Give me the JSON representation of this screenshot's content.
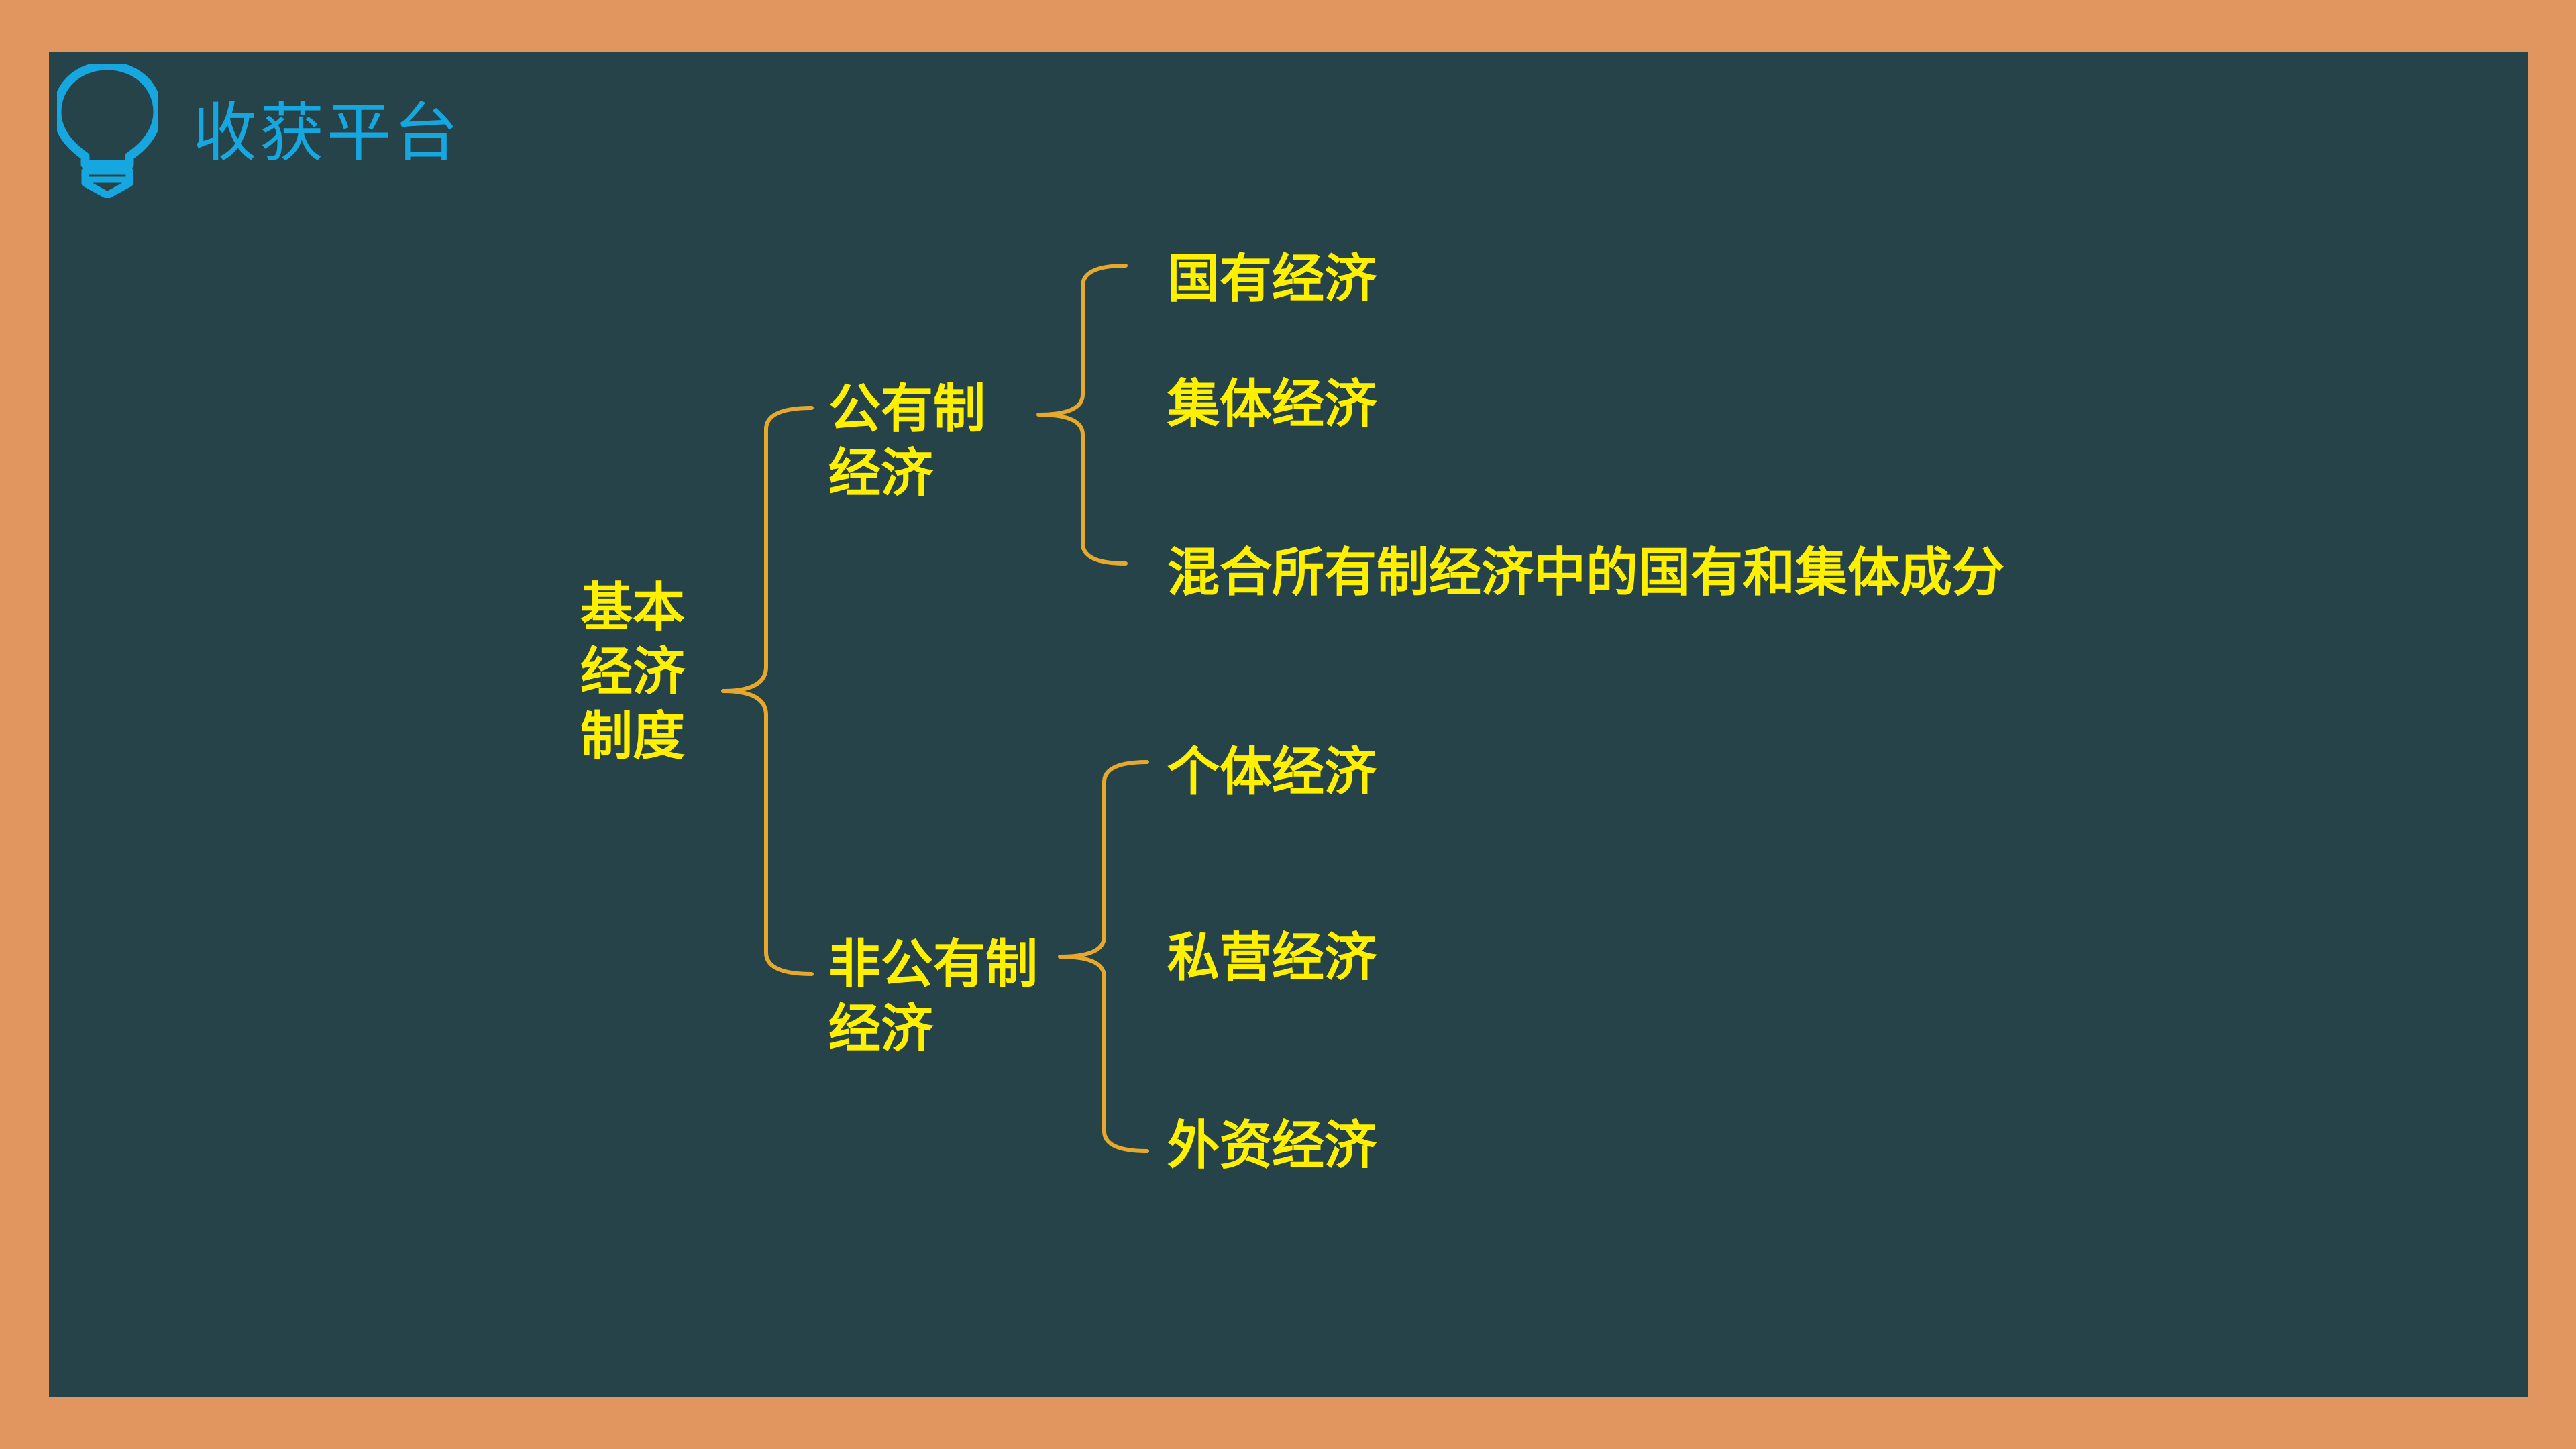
{
  "header": {
    "title": "收获平台",
    "icon": "lightbulb-icon",
    "title_color": "#16A7E0"
  },
  "colors": {
    "frame": "#E1955F",
    "board": "#264349",
    "node_text": "#FFF000",
    "brace": "#E7A92B"
  },
  "diagram": {
    "root": "基本经济制度",
    "branches": [
      {
        "label": "公有制经济",
        "children": [
          "国有经济",
          "集体经济",
          "混合所有制经济中的国有和集体成分"
        ]
      },
      {
        "label": "非公有制经济",
        "children": [
          "个体经济",
          "私营经济",
          "外资经济"
        ]
      }
    ]
  }
}
